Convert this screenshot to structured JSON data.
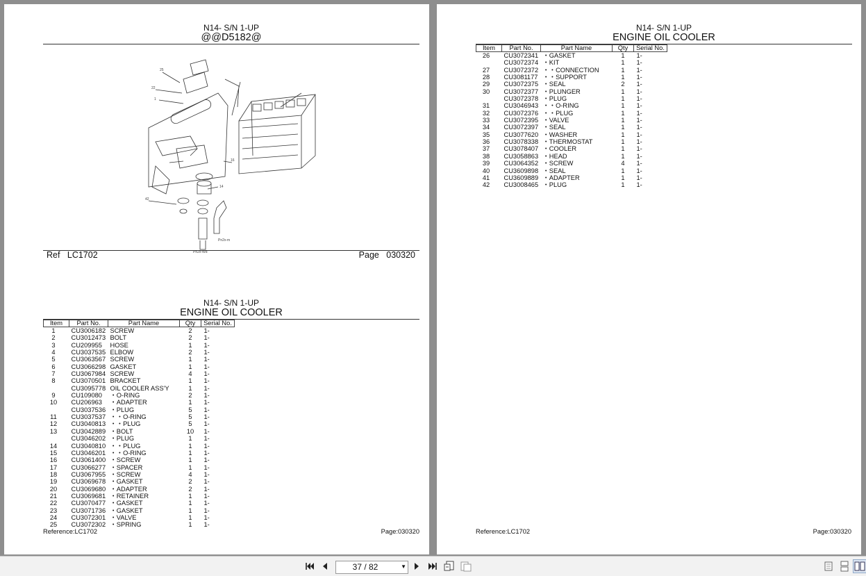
{
  "left_page": {
    "diagram_header": {
      "line1": "N14- S/N 1-UP",
      "line2": "@@D5182@"
    },
    "ref_label": "Ref",
    "ref_value": "LC1702",
    "page_label": "Page",
    "page_value": "030320",
    "list_header": {
      "line1": "N14- S/N 1-UP",
      "line2": "ENGINE OIL COOLER"
    },
    "columns": [
      "Item",
      "Part No.",
      "Part Name",
      "Qty",
      "Serial No."
    ],
    "rows": [
      [
        "1",
        "CU3006182",
        "SCREW",
        "2",
        "1-"
      ],
      [
        "2",
        "CU3012473",
        "BOLT",
        "2",
        "1-"
      ],
      [
        "3",
        "CU209955",
        "HOSE",
        "1",
        "1-"
      ],
      [
        "4",
        "CU3037535",
        "ELBOW",
        "2",
        "1-"
      ],
      [
        "5",
        "CU3063567",
        "SCREW",
        "1",
        "1-"
      ],
      [
        "6",
        "CU3066298",
        "GASKET",
        "1",
        "1-"
      ],
      [
        "7",
        "CU3067984",
        "SCREW",
        "4",
        "1-"
      ],
      [
        "8",
        "CU3070501",
        "BRACKET",
        "1",
        "1-"
      ],
      [
        "",
        "CU3095778",
        "OIL COOLER ASS'Y",
        "1",
        "1-"
      ],
      [
        "9",
        "CU109080",
        "・O-RING",
        "2",
        "1-"
      ],
      [
        "10",
        "CU206963",
        "・ADAPTER",
        "1",
        "1-"
      ],
      [
        "",
        "CU3037536",
        "・PLUG",
        "5",
        "1-"
      ],
      [
        "11",
        "CU3037537",
        "・・O-RING",
        "5",
        "1-"
      ],
      [
        "12",
        "CU3040813",
        "・・PLUG",
        "5",
        "1-"
      ],
      [
        "13",
        "CU3042889",
        "・BOLT",
        "10",
        "1-"
      ],
      [
        "",
        "CU3046202",
        "・PLUG",
        "1",
        "1-"
      ],
      [
        "14",
        "CU3040810",
        "・・PLUG",
        "1",
        "1-"
      ],
      [
        "15",
        "CU3046201",
        "・・O-RING",
        "1",
        "1-"
      ],
      [
        "16",
        "CU3061400",
        "・SCREW",
        "1",
        "1-"
      ],
      [
        "17",
        "CU3066277",
        "・SPACER",
        "1",
        "1-"
      ],
      [
        "18",
        "CU3067955",
        "・SCREW",
        "4",
        "1-"
      ],
      [
        "19",
        "CU3069678",
        "・GASKET",
        "2",
        "1-"
      ],
      [
        "20",
        "CU3069680",
        "・ADAPTER",
        "2",
        "1-"
      ],
      [
        "21",
        "CU3069681",
        "・RETAINER",
        "1",
        "1-"
      ],
      [
        "22",
        "CU3070477",
        "・GASKET",
        "1",
        "1-"
      ],
      [
        "23",
        "CU3071736",
        "・GASKET",
        "1",
        "1-"
      ],
      [
        "24",
        "CU3072301",
        "・VALVE",
        "1",
        "1-"
      ],
      [
        "25",
        "CU3072302",
        "・SPRING",
        "1",
        "1-"
      ]
    ],
    "footer_ref": "Reference:LC1702",
    "footer_page": "Page:030320"
  },
  "right_page": {
    "list_header": {
      "line1": "N14- S/N 1-UP",
      "line2": "ENGINE OIL COOLER"
    },
    "columns": [
      "Item",
      "Part No.",
      "Part Name",
      "Qty",
      "Serial No."
    ],
    "rows": [
      [
        "26",
        "CU3072341",
        "・GASKET",
        "1",
        "1-"
      ],
      [
        "",
        "CU3072374",
        "・KIT",
        "1",
        "1-"
      ],
      [
        "27",
        "CU3072372",
        "・・CONNECTION",
        "1",
        "1-"
      ],
      [
        "28",
        "CU3081177",
        "・・SUPPORT",
        "1",
        "1-"
      ],
      [
        "29",
        "CU3072375",
        "・SEAL",
        "2",
        "1-"
      ],
      [
        "30",
        "CU3072377",
        "・PLUNGER",
        "1",
        "1-"
      ],
      [
        "",
        "CU3072378",
        "・PLUG",
        "1",
        "1-"
      ],
      [
        "31",
        "CU3046943",
        "・・O-RING",
        "1",
        "1-"
      ],
      [
        "32",
        "CU3072376",
        "・・PLUG",
        "1",
        "1-"
      ],
      [
        "33",
        "CU3072395",
        "・VALVE",
        "1",
        "1-"
      ],
      [
        "34",
        "CU3072397",
        "・SEAL",
        "1",
        "1-"
      ],
      [
        "35",
        "CU3077620",
        "・WASHER",
        "1",
        "1-"
      ],
      [
        "36",
        "CU3078338",
        "・THERMOSTAT",
        "1",
        "1-"
      ],
      [
        "37",
        "CU3078407",
        "・COOLER",
        "1",
        "1-"
      ],
      [
        "38",
        "CU3058863",
        "・HEAD",
        "1",
        "1-"
      ],
      [
        "39",
        "CU3064352",
        "・SCREW",
        "4",
        "1-"
      ],
      [
        "40",
        "CU3609898",
        "・SEAL",
        "1",
        "1-"
      ],
      [
        "41",
        "CU3609889",
        "・ADAPTER",
        "1",
        "1-"
      ],
      [
        "42",
        "CU3008465",
        "・PLUG",
        "1",
        "1-"
      ]
    ],
    "footer_ref": "Reference:LC1702",
    "footer_page": "Page:030320"
  },
  "toolbar": {
    "page_indicator": "37 / 82",
    "icons": [
      "first-page-icon",
      "prev-page-icon",
      "next-page-icon",
      "last-page-icon",
      "fit-page-icon",
      "fit-width-icon",
      "single-page-view-icon",
      "continuous-view-icon",
      "two-page-view-icon"
    ]
  }
}
